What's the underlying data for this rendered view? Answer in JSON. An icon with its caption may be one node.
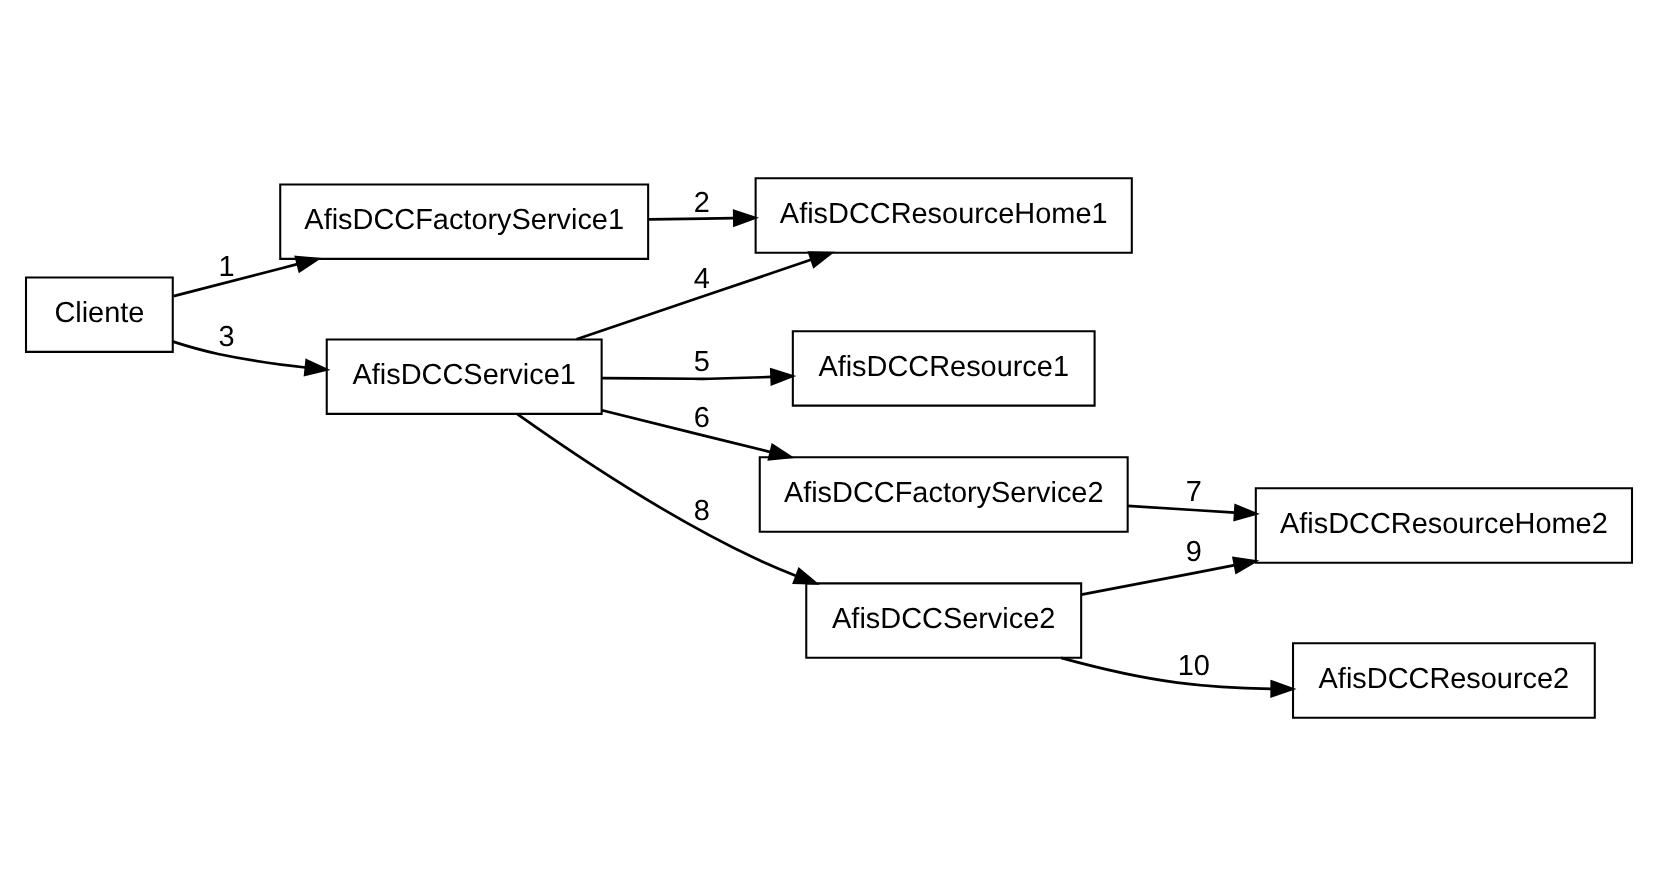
{
  "diagram": {
    "nodes": [
      {
        "text": [
          "Cliente"
        ]
      },
      {
        "text": [
          "AfisDCCFactoryService1"
        ]
      },
      {
        "text": [
          "AfisDCCResourceHome1"
        ]
      },
      {
        "text": [
          "AfisDCCService1"
        ]
      },
      {
        "text": [
          "AfisDCCResource1"
        ]
      },
      {
        "text": [
          "AfisDCCFactoryService2"
        ]
      },
      {
        "text": [
          "AfisDCCService2"
        ]
      },
      {
        "text": [
          "AfisDCCResource2"
        ]
      },
      {
        "text": [
          "AfisDCCResourceHome2"
        ]
      }
    ],
    "edges": [
      {
        "from": 0,
        "to": 1,
        "arrow": "to",
        "label": "1"
      },
      {
        "from": 1,
        "to": 2,
        "arrow": "to",
        "label": "2"
      },
      {
        "from": 0,
        "to": 3,
        "arrow": "to",
        "label": "3"
      },
      {
        "from": 3,
        "to": 2,
        "arrow": "to",
        "label": "4"
      },
      {
        "from": 3,
        "to": 4,
        "arrow": "to",
        "label": "5"
      },
      {
        "from": 3,
        "to": 5,
        "arrow": "to",
        "label": "6"
      },
      {
        "from": 5,
        "to": 8,
        "arrow": "to",
        "label": "7"
      },
      {
        "from": 3,
        "to": 6,
        "arrow": "to",
        "label": "8"
      },
      {
        "from": 6,
        "to": 8,
        "arrow": "to",
        "label": "9"
      },
      {
        "from": 6,
        "to": 7,
        "arrow": "to",
        "label": "10"
      }
    ]
  }
}
